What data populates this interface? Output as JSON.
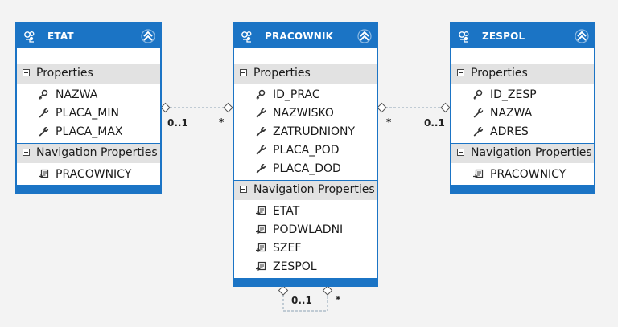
{
  "entities": {
    "etat": {
      "title": "ETAT",
      "properties_label": "Properties",
      "properties": [
        {
          "name": "NAZWA",
          "icon": "key-icon"
        },
        {
          "name": "PLACA_MIN",
          "icon": "wrench-icon"
        },
        {
          "name": "PLACA_MAX",
          "icon": "wrench-icon"
        }
      ],
      "nav_label": "Navigation Properties",
      "navigation": [
        {
          "name": "PRACOWNICY",
          "icon": "navigation-property-icon"
        }
      ]
    },
    "pracownik": {
      "title": "PRACOWNIK",
      "properties_label": "Properties",
      "properties": [
        {
          "name": "ID_PRAC",
          "icon": "key-icon"
        },
        {
          "name": "NAZWISKO",
          "icon": "wrench-icon"
        },
        {
          "name": "ZATRUDNIONY",
          "icon": "wrench-icon"
        },
        {
          "name": "PLACA_POD",
          "icon": "wrench-icon"
        },
        {
          "name": "PLACA_DOD",
          "icon": "wrench-icon"
        }
      ],
      "nav_label": "Navigation Properties",
      "navigation": [
        {
          "name": "ETAT",
          "icon": "navigation-property-icon"
        },
        {
          "name": "PODWLADNI",
          "icon": "navigation-property-icon"
        },
        {
          "name": "SZEF",
          "icon": "navigation-property-icon"
        },
        {
          "name": "ZESPOL",
          "icon": "navigation-property-icon"
        }
      ]
    },
    "zespol": {
      "title": "ZESPOL",
      "properties_label": "Properties",
      "properties": [
        {
          "name": "ID_ZESP",
          "icon": "key-icon"
        },
        {
          "name": "NAZWA",
          "icon": "wrench-icon"
        },
        {
          "name": "ADRES",
          "icon": "wrench-icon"
        }
      ],
      "nav_label": "Navigation Properties",
      "navigation": [
        {
          "name": "PRACOWNICY",
          "icon": "navigation-property-icon"
        }
      ]
    }
  },
  "associations": {
    "etat_pracownik": {
      "from_mult": "0..1",
      "to_mult": "*"
    },
    "pracownik_zespol": {
      "from_mult": "*",
      "to_mult": "0..1"
    },
    "pracownik_self": {
      "from_mult": "0..1",
      "to_mult": "*"
    }
  },
  "colors": {
    "header": "#1b74c5",
    "section": "#e2e2e2",
    "background": "#f3f3f3",
    "connector": "#8ea3b6"
  }
}
